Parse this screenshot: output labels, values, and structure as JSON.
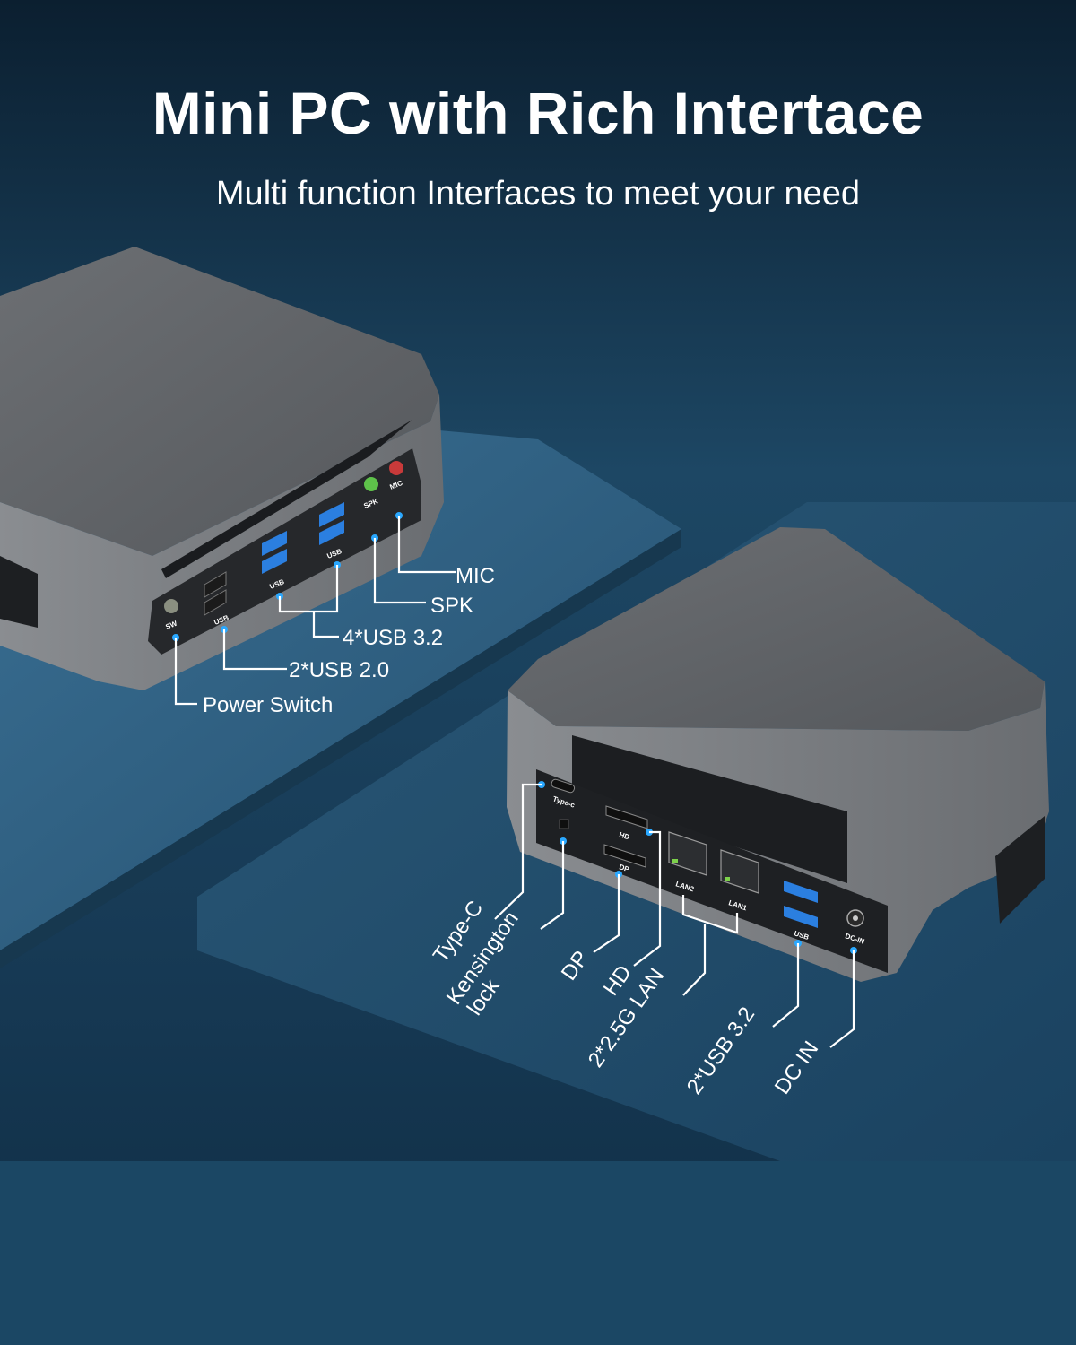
{
  "headline": "Mini PC with Rich Intertace",
  "subheadline": "Multi function Interfaces to meet your need",
  "colors": {
    "background_top": "#0c2233",
    "background_mid": "#1f4a66",
    "platform": "#2f5f80",
    "device_body": "#6b6e72",
    "device_top": "#5e6165",
    "port_blue": "#2b7fe0",
    "leader_line": "#ffffff",
    "dot": "#2aa8ff",
    "spk_jack": "#5ec24a",
    "mic_jack": "#c83a3a"
  },
  "front_device": {
    "port_labels": {
      "sw": "SW",
      "usb_a": "USB",
      "usb_b": "USB",
      "usb_c": "USB",
      "spk": "SPK",
      "mic": "MIC"
    },
    "callouts": {
      "mic": "MIC",
      "spk": "SPK",
      "usb32": "4*USB 3.2",
      "usb20": "2*USB 2.0",
      "power": "Power Switch"
    }
  },
  "rear_device": {
    "port_labels": {
      "typec": "Type-c",
      "hd": "HD",
      "dp": "DP",
      "lan2": "LAN2",
      "lan1": "LAN1",
      "usb": "USB",
      "dcin": "DC-IN"
    },
    "callouts": {
      "typec": "Type-C",
      "kensington_line1": "Kensington",
      "kensington_line2": "lock",
      "dp": "DP",
      "hd": "HD",
      "lan": "2*2.5G LAN",
      "usb32": "2*USB 3.2",
      "dcin": "DC IN"
    }
  }
}
